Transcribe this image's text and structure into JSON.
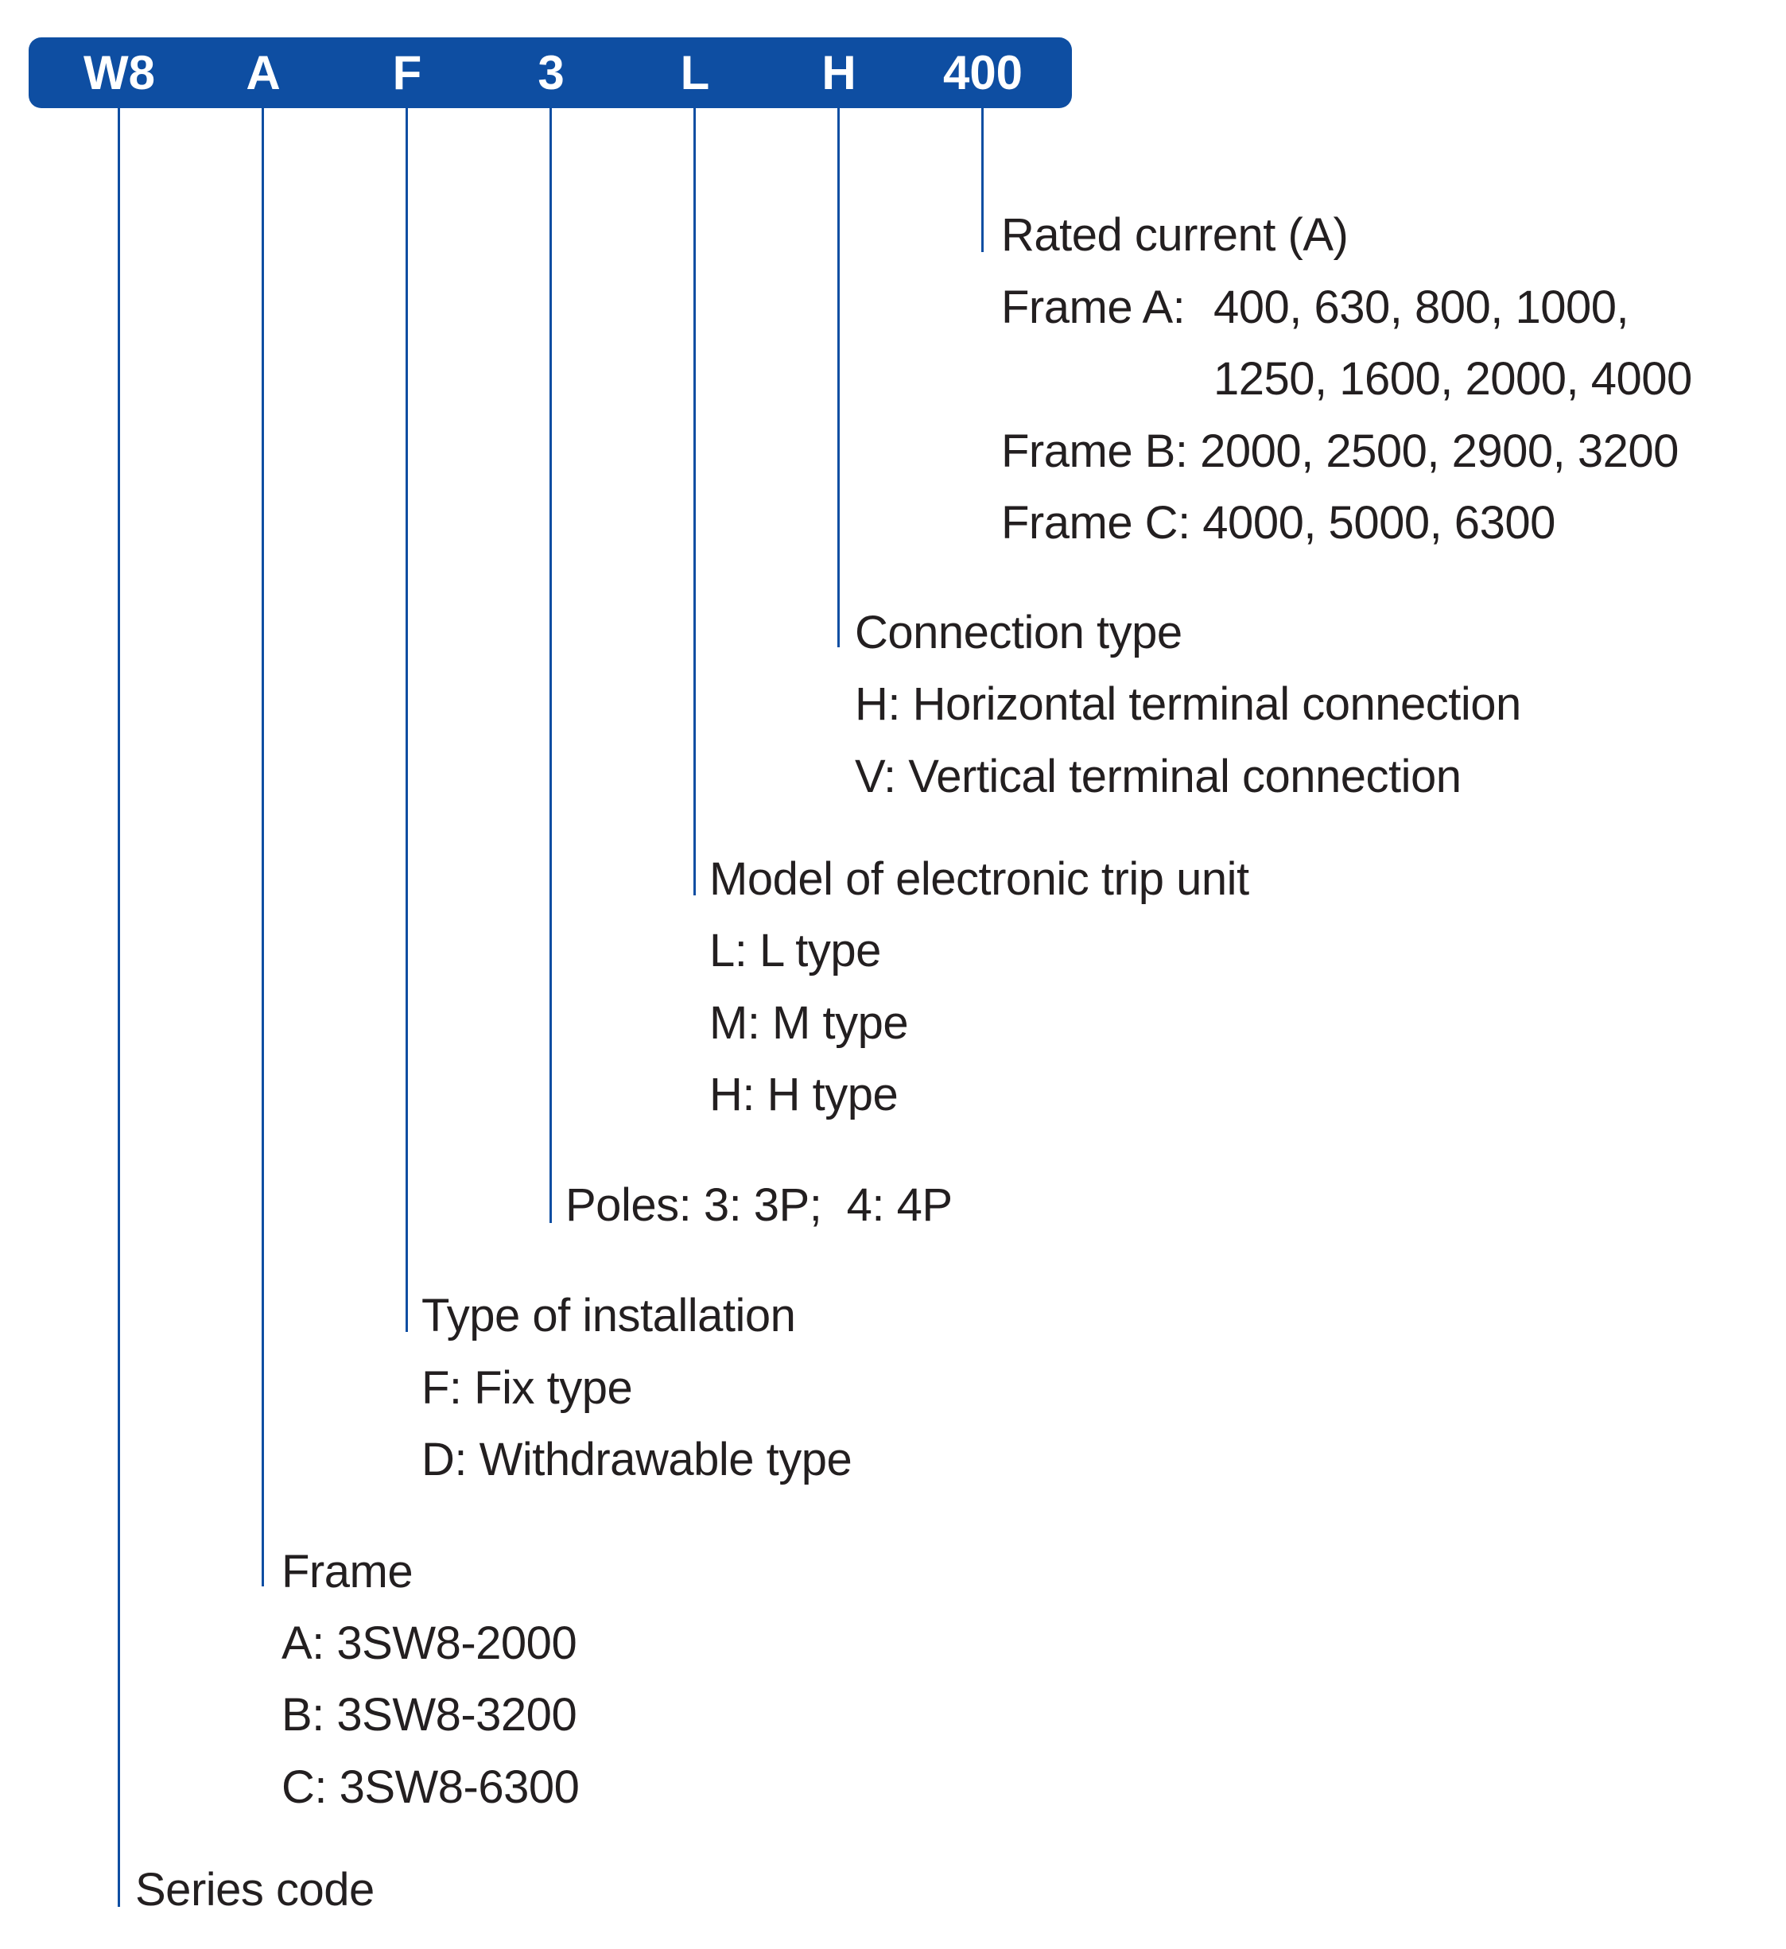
{
  "code_bar": {
    "color": "#0e4ea2",
    "segments": [
      "W8",
      "A",
      "F",
      "3",
      "L",
      "H",
      "400"
    ]
  },
  "rated_current": {
    "title": "Rated current (A)",
    "frame_a_label": "Frame A:",
    "frame_a_line1": "400, 630, 800, 1000,",
    "frame_a_line2": "1250, 1600, 2000, 4000",
    "frame_b": "Frame B: 2000, 2500, 2900, 3200",
    "frame_c": "Frame C: 4000, 5000, 6300"
  },
  "connection_type": {
    "title": "Connection type",
    "options": [
      "H: Horizontal terminal connection",
      "V: Vertical terminal connection"
    ]
  },
  "trip_unit": {
    "title": "Model of electronic trip unit",
    "options": [
      "L: L type",
      "M: M type",
      "H: H type"
    ]
  },
  "poles": {
    "title": "Poles: 3: 3P;  4: 4P"
  },
  "installation": {
    "title": "Type of installation",
    "options": [
      "F: Fix type",
      "D: Withdrawable type"
    ]
  },
  "frame": {
    "title": "Frame",
    "options": [
      "A: 3SW8-2000",
      "B: 3SW8-3200",
      "C: 3SW8-6300"
    ]
  },
  "series": {
    "title": "Series code"
  }
}
